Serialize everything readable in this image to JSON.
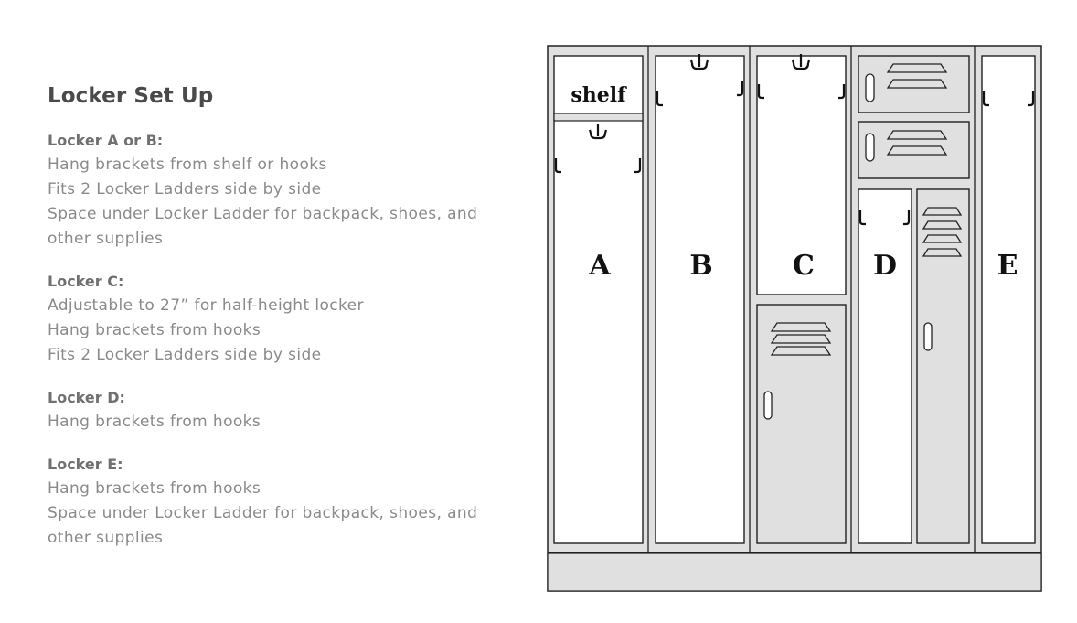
{
  "title": "Locker Set Up",
  "sections": [
    {
      "heading": "Locker A or B:",
      "lines": [
        "Hang brackets from shelf or hooks",
        "Fits 2 Locker Ladders side by side",
        "Space under Locker Ladder for backpack, shoes, and",
        "other supplies"
      ]
    },
    {
      "heading": "Locker C:",
      "lines": [
        "Adjustable to 27” for half-height locker",
        "Hang brackets from hooks",
        "Fits 2 Locker Ladders side by side"
      ]
    },
    {
      "heading": "Locker D:",
      "lines": [
        "Hang brackets from hooks"
      ]
    },
    {
      "heading": "Locker E:",
      "lines": [
        "Hang brackets from hooks",
        "Space under Locker Ladder for backpack, shoes, and",
        "other supplies"
      ]
    }
  ],
  "diagram": {
    "shelf_label": "shelf",
    "lockers": [
      "A",
      "B",
      "C",
      "D",
      "E"
    ],
    "colors": {
      "frame": "#e0e0e0",
      "interior": "#ffffff",
      "stroke": "#222222",
      "door": "#e0e0e0"
    }
  }
}
